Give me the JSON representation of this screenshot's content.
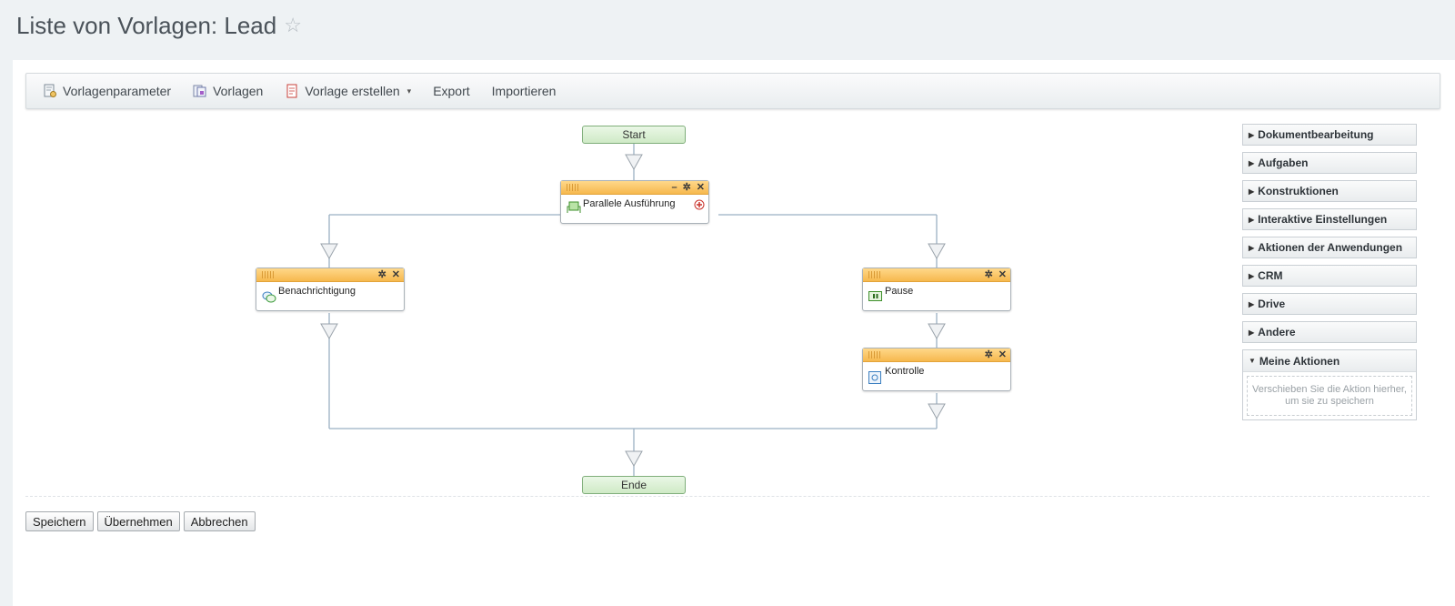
{
  "page": {
    "title": "Liste von Vorlagen: Lead"
  },
  "toolbar": {
    "parameters": "Vorlagenparameter",
    "templates": "Vorlagen",
    "create": "Vorlage erstellen",
    "export": "Export",
    "import": "Importieren"
  },
  "flow": {
    "start": "Start",
    "end": "Ende",
    "parallel": "Parallele Ausführung",
    "notification": "Benachrichtigung",
    "pause": "Pause",
    "control": "Kontrolle"
  },
  "panel": {
    "items": [
      "Dokumentbearbeitung",
      "Aufgaben",
      "Konstruktionen",
      "Interaktive Einstellungen",
      "Aktionen der Anwendungen",
      "CRM",
      "Drive",
      "Andere"
    ],
    "my_actions": "Meine Aktionen",
    "drop_hint": "Verschieben Sie die Aktion hierher, um sie zu speichern"
  },
  "buttons": {
    "save": "Speichern",
    "apply": "Übernehmen",
    "cancel": "Abbrechen"
  },
  "colors": {
    "block_header": "#f6b84e",
    "terminal": "#cfeac6",
    "wire": "#9bb0c4"
  }
}
